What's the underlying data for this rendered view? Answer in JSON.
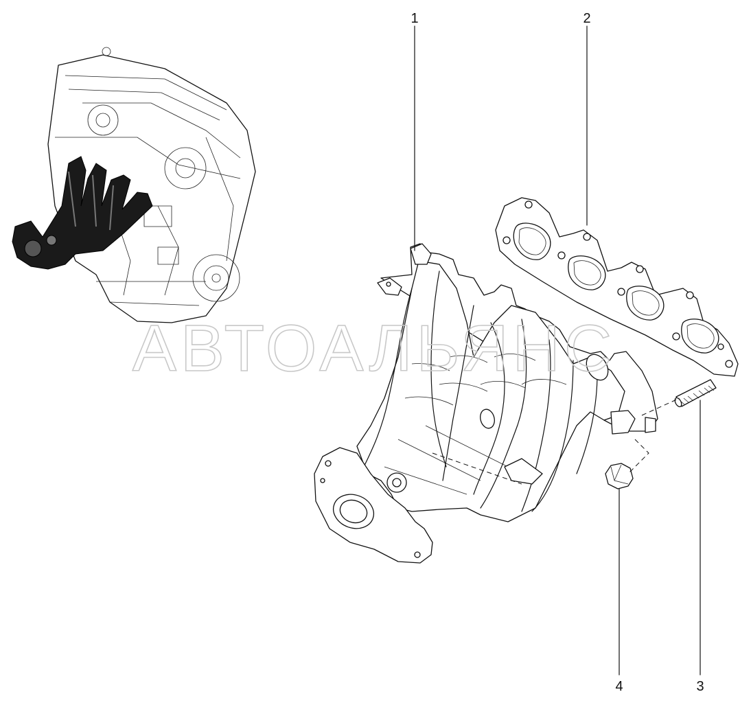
{
  "watermark": "АВТОАЛЬЯНС",
  "callouts": {
    "c1": "1",
    "c2": "2",
    "c3": "3",
    "c4": "4"
  }
}
